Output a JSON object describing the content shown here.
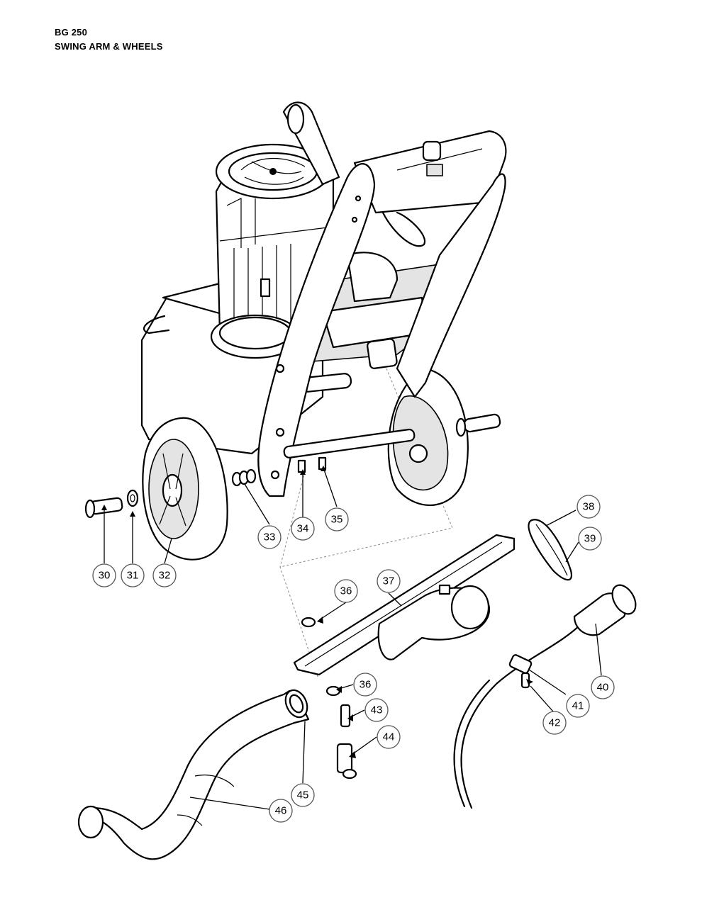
{
  "header": {
    "model": "BG 250",
    "section": "SWING ARM & WHEELS"
  },
  "callouts": [
    {
      "label": "30"
    },
    {
      "label": "31"
    },
    {
      "label": "32"
    },
    {
      "label": "33"
    },
    {
      "label": "34"
    },
    {
      "label": "35"
    },
    {
      "label": "36"
    },
    {
      "label": "37"
    },
    {
      "label": "38"
    },
    {
      "label": "39"
    },
    {
      "label": "36"
    },
    {
      "label": "43"
    },
    {
      "label": "44"
    },
    {
      "label": "45"
    },
    {
      "label": "46"
    },
    {
      "label": "40"
    },
    {
      "label": "41"
    },
    {
      "label": "42"
    }
  ]
}
